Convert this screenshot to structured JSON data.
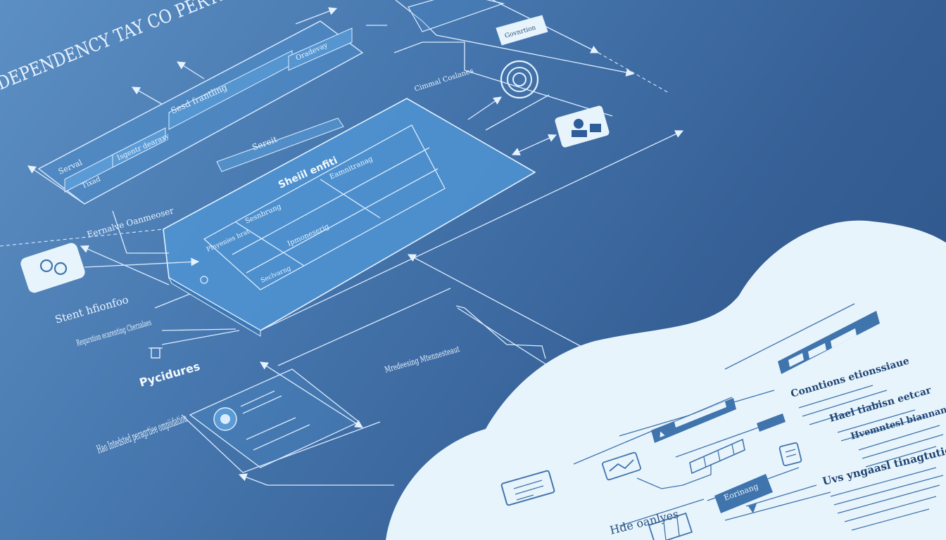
{
  "labels": {
    "header_top": "DEPENDENCY TAY CO PERTINY EE",
    "top_panel_title": "Sesd frantling",
    "top_panel_cell_a": "Serval",
    "top_panel_cell_b": "Isgentr dearaxy",
    "top_panel_cell_c": "Tixad",
    "top_panel_cell_right": "Oradevay",
    "mid_caption": "Sereit",
    "main_panel_title": "Sheiil enfiti",
    "main_panel_col1": "Sesnbrung",
    "main_panel_col2": "Eamnitranag",
    "main_panel_row_a": "Ipmoneserig",
    "main_panel_row_b": "Seclvarng",
    "main_panel_left": "Plnyenies hrat",
    "center_left_note": "Eernalve Oanmeoser",
    "left_note_a": "Stent hfionfoo",
    "left_note_b": "Requrstion ecarenting Cherzalaes",
    "procedures": "Pycidures",
    "mid_note": "Mredeesing Mtennesteaut",
    "bottom_left": "Hao Intedsted peragrtiee ompiidation",
    "top_right_small": "Cimmal Coslanes",
    "badge_top": "Govnrtion",
    "right_heading_1": "Conntions etionssiaue",
    "right_heading_2": "Hael tiabisn eetcar",
    "right_heading_3": "Hvemntesl biannane",
    "right_heading_4": "Uvs yngaasl tinagtutions",
    "badge_bottom": "Eorinang",
    "bottom_right": "Hde oanlyes"
  },
  "icons": {
    "fingerprint": "fingerprint-icon",
    "user_card": "user-card-icon",
    "group": "group-icon",
    "trash": "trash-icon",
    "document": "document-icon",
    "chart": "chart-icon",
    "grid": "grid-icon",
    "notepad": "notepad-icon"
  },
  "colors": {
    "background_start": "#5c8fc4",
    "background_end": "#2e5489",
    "panel_fill": "#4a8ac8",
    "line": "#dcecff",
    "cloud": "#e8f4fc"
  }
}
